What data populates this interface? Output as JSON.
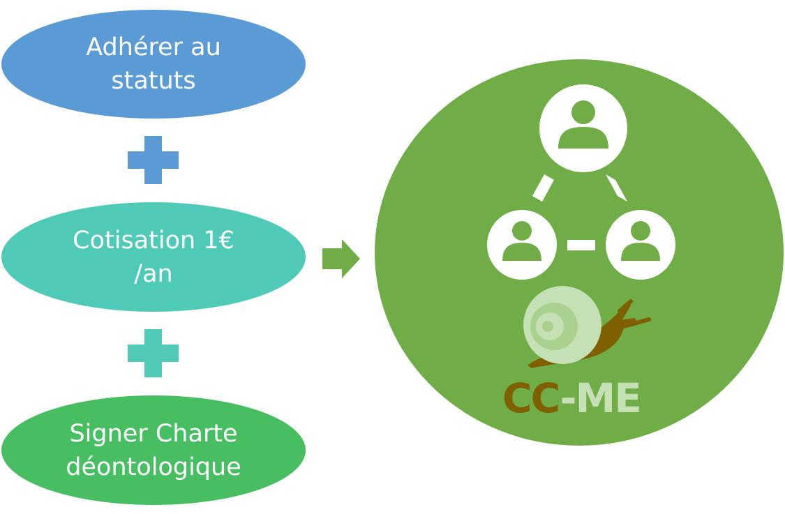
{
  "steps": [
    {
      "line1": "Adhérer au",
      "line2": "statuts",
      "color": "#5b9bd5"
    },
    {
      "line1": "Cotisation 1€",
      "line2": "/an",
      "color": "#4fcab6"
    },
    {
      "line1": "Signer Charte",
      "line2": "déontologique",
      "color": "#47be61"
    }
  ],
  "plus_colors": [
    "#5b9bd5",
    "#4fcab6"
  ],
  "arrow_color": "#70ad47",
  "circle_color": "#70ad47",
  "logo": {
    "part1": "CC",
    "part2": "-ME",
    "color_part1": "#7f6000",
    "color_part2": "#c5e0b4"
  }
}
